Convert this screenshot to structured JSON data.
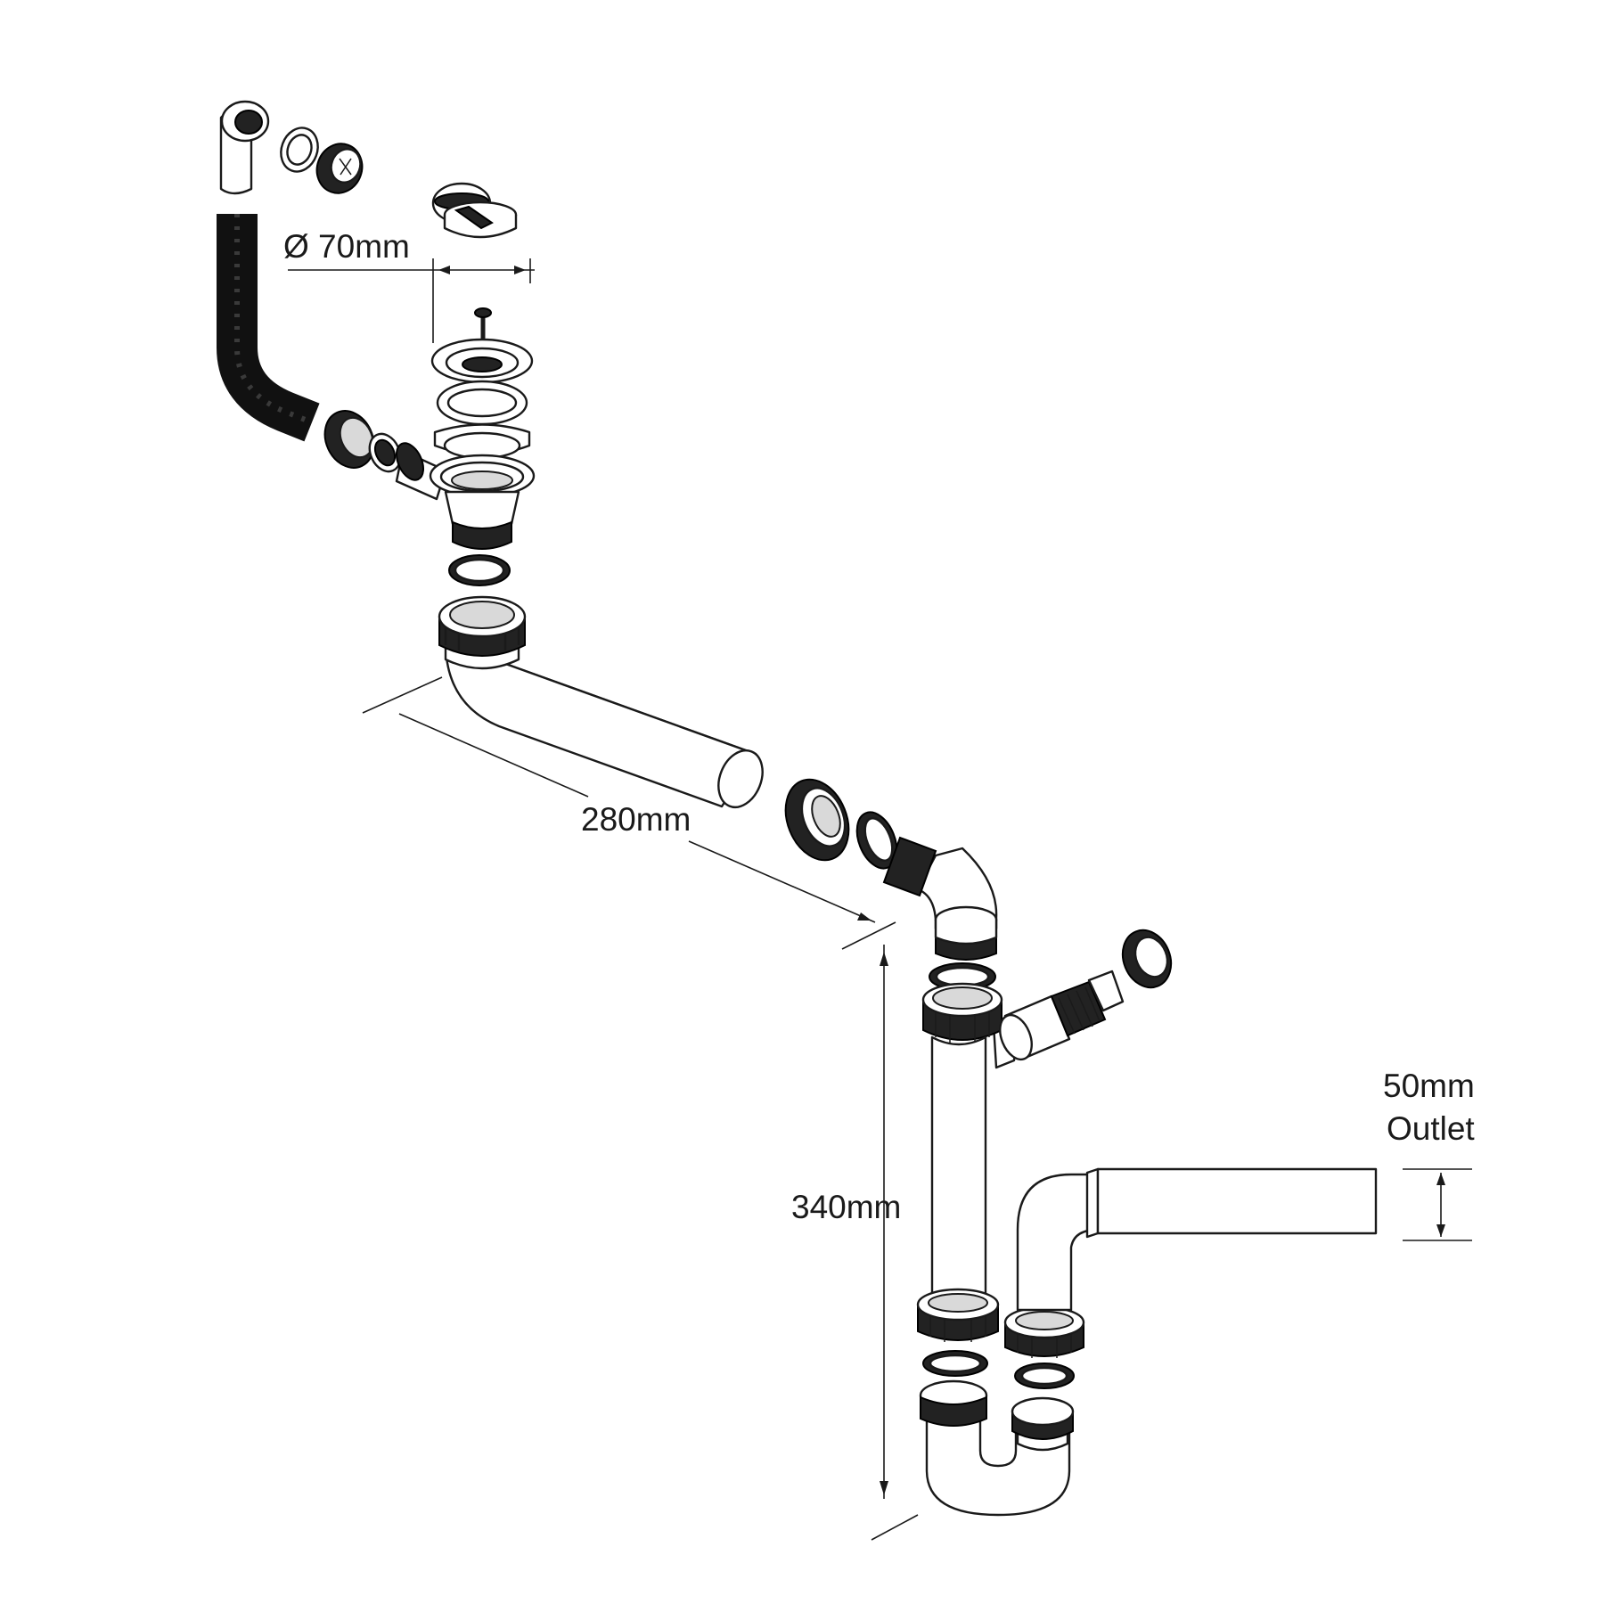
{
  "diagram": {
    "labels": {
      "diameter": "Ø 70mm",
      "horizontal_length": "280mm",
      "vertical_length": "340mm",
      "outlet_size": "50mm",
      "outlet_word": "Outlet"
    }
  }
}
